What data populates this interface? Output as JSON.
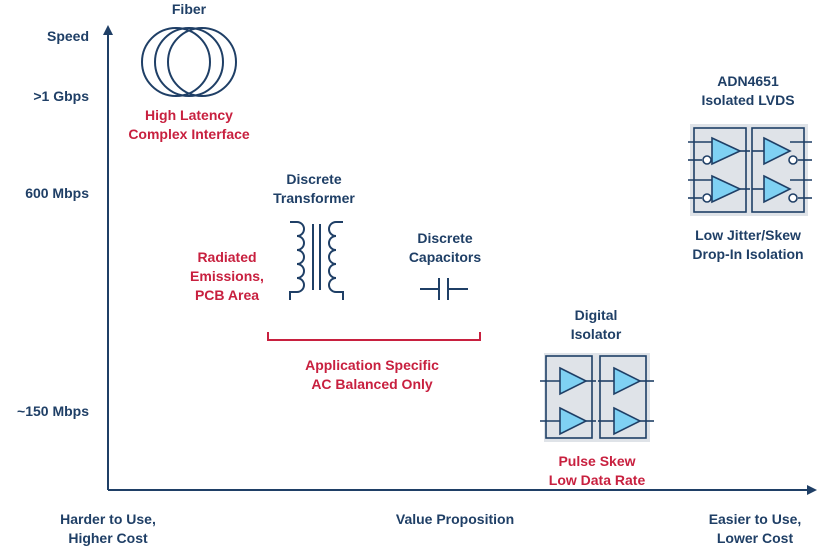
{
  "y_axis": {
    "title": "Speed",
    "ticks": [
      ">1 Gbps",
      "600 Mbps",
      "~150 Mbps"
    ]
  },
  "x_axis": {
    "left": [
      "Harder to Use,",
      "Higher Cost"
    ],
    "center": "Value Proposition",
    "right": [
      "Easier to Use,",
      "Lower Cost"
    ]
  },
  "fiber": {
    "label": "Fiber",
    "note": [
      "High Latency",
      "Complex Interface"
    ]
  },
  "transformer": {
    "label": [
      "Discrete",
      "Transformer"
    ],
    "note": [
      "Radiated",
      "Emissions,",
      "PCB Area"
    ]
  },
  "capacitors": {
    "label": [
      "Discrete",
      "Capacitors"
    ]
  },
  "application_note": [
    "Application Specific",
    "AC Balanced Only"
  ],
  "digital_isolator": {
    "label": [
      "Digital",
      "Isolator"
    ],
    "note": [
      "Pulse Skew",
      "Low Data Rate"
    ]
  },
  "lvds": {
    "label": [
      "ADN4651",
      "Isolated LVDS"
    ],
    "note": [
      "Low Jitter/Skew",
      "Drop-In Isolation"
    ]
  },
  "colors": {
    "blue": "#1f3f66",
    "red": "#c8203f",
    "triangle_fill": "#7fd1f3",
    "chip_bg": "#dfe3e8"
  }
}
